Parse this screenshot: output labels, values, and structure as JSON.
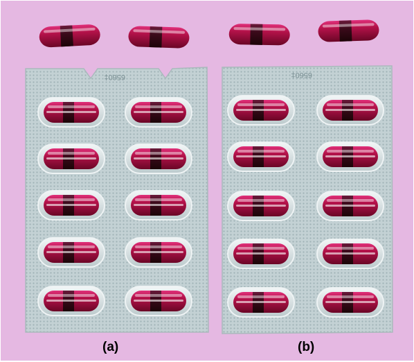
{
  "figure": {
    "panels": [
      {
        "label": "(a)"
      },
      {
        "label": "(b)"
      }
    ],
    "blister_imprint": "6560‡",
    "colors": {
      "background": "#e5b8e2",
      "foil": "#c6d4d6",
      "capsule_light": "#c0184e",
      "capsule_dark": "#3a0a1a"
    }
  }
}
